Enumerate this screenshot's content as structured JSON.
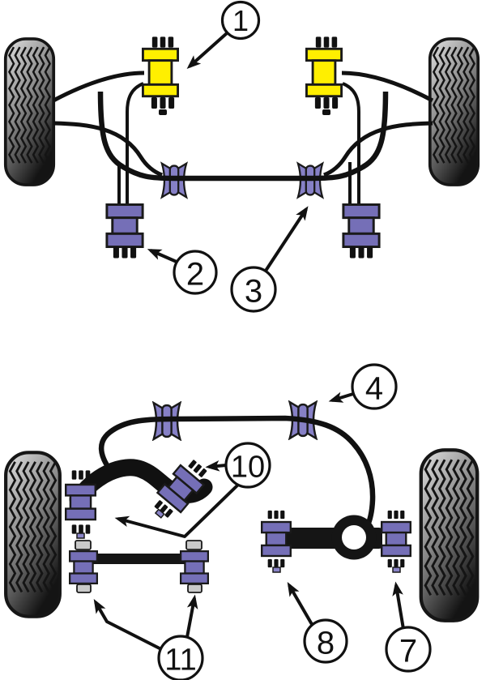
{
  "callouts": {
    "c1": {
      "label": "1"
    },
    "c2": {
      "label": "2"
    },
    "c3": {
      "label": "3"
    },
    "c4": {
      "label": "4"
    },
    "c7": {
      "label": "7"
    },
    "c8": {
      "label": "8"
    },
    "c10": {
      "label": "10"
    },
    "c11": {
      "label": "11"
    }
  },
  "colors": {
    "mount_yellow": "#ffef00",
    "bushing_purple": "#756fb7",
    "hourglass_purple": "#8680c6",
    "tip_purple": "#8a84c8",
    "nut_gray": "#c9c9c9",
    "tire_light": "#e2e2e2",
    "tire_mid": "#8a8a8a",
    "tire_dark": "#141414",
    "line_black": "#111111",
    "callout_fill": "#ffffff"
  }
}
